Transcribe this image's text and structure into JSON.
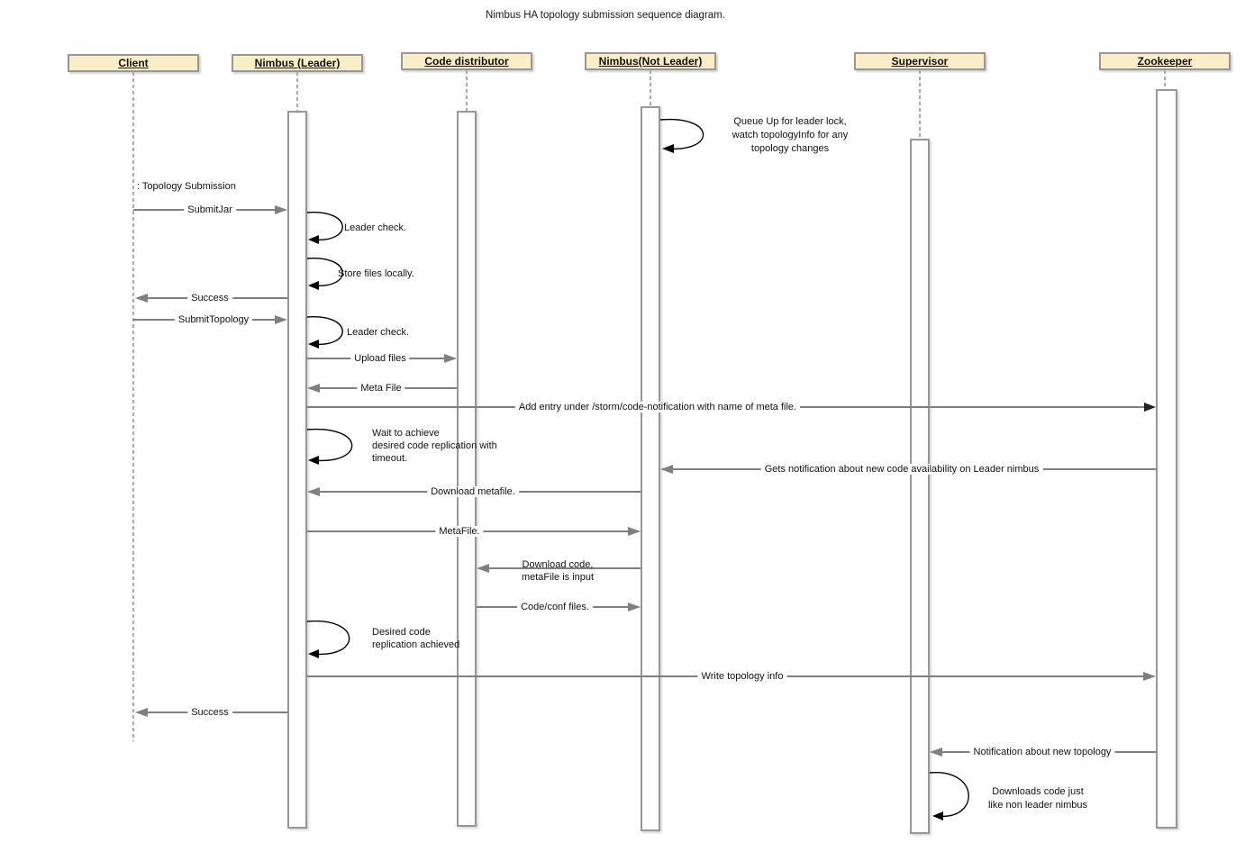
{
  "title": "Nimbus HA topology submission sequence diagram.",
  "colors": {
    "participant_fill": "#FAEEC6",
    "box_border": "#979797",
    "message_line": "#7F7F7F",
    "lifeline": "#A9A9A9",
    "self_loop": "#000000"
  },
  "participants": [
    {
      "name": "Client"
    },
    {
      "name": "Nimbus (Leader)"
    },
    {
      "name": "Code distributor"
    },
    {
      "name": "Nimbus(Not Leader)"
    },
    {
      "name": "Supervisor"
    },
    {
      "name": "Zookeeper"
    }
  ],
  "messages": {
    "topology_submission": ": Topology Submission",
    "submit_jar": "SubmitJar",
    "leader_check_1": "Leader check.",
    "store_files": "Store files locally.",
    "success_1": "Success",
    "submit_topology": "SubmitTopology",
    "leader_check_2": "Leader check.",
    "upload_files": "Upload files",
    "meta_file": "Meta File",
    "add_entry": "Add entry under /storm/code-notification with name of meta file.",
    "queue_up": "Queue Up for leader lock,\nwatch topologyInfo for any\ntopology changes",
    "wait_replication": "Wait to achieve\ndesired code replication with\ntimeout.",
    "gets_notification": "Gets notification about new code availability on Leader nimbus",
    "download_metafile": "Download metafile.",
    "metafile": "MetaFile.",
    "download_code": "Download code,\nmetaFile is input",
    "code_conf_files": "Code/conf files.",
    "desired_replication": "Desired code\nreplication achieved",
    "write_topology": "Write topology info",
    "success_2": "Success",
    "notification_topology": "Notification about new topology",
    "downloads_code": "Downloads code just\nlike non leader nimbus"
  }
}
